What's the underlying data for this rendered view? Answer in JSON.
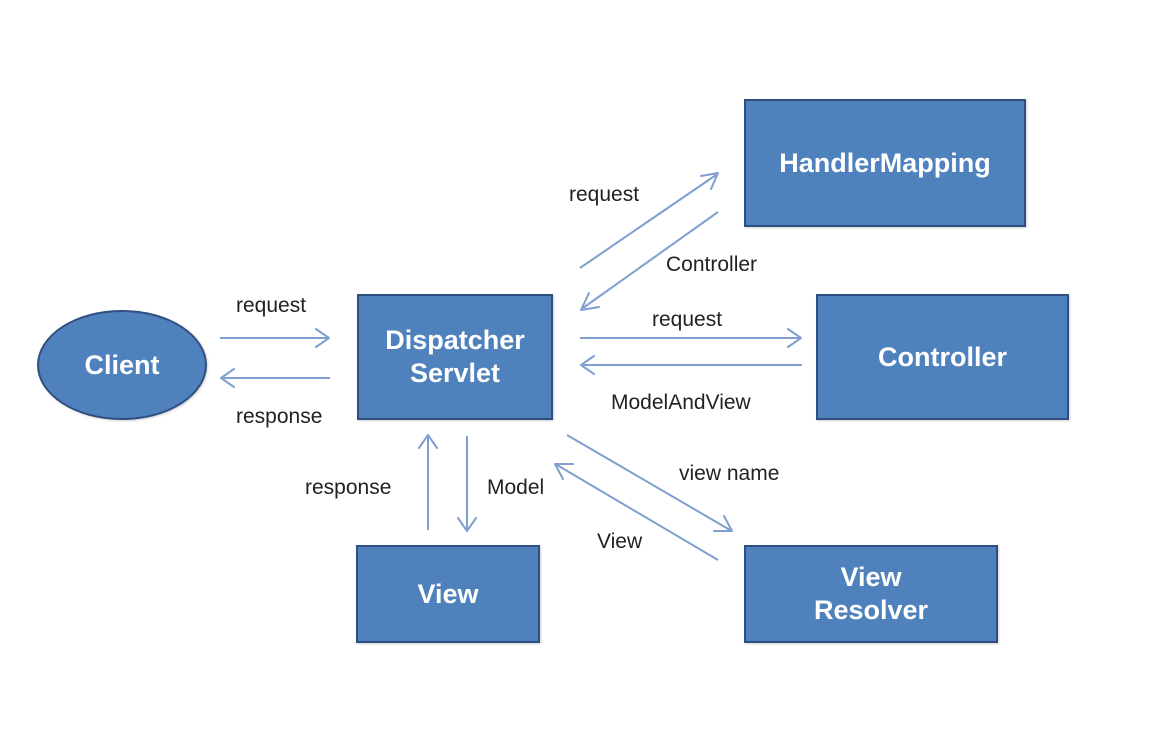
{
  "nodes": {
    "client": "Client",
    "dispatcher": "Dispatcher\nServlet",
    "handler_mapping": "HandlerMapping",
    "controller": "Controller",
    "view": "View",
    "view_resolver": "View\nResolver"
  },
  "edge_labels": {
    "client_request": "request",
    "client_response": "response",
    "hm_request": "request",
    "hm_controller": "Controller",
    "ctrl_request": "request",
    "ctrl_modelandview": "ModelAndView",
    "view_response": "response",
    "view_model": "Model",
    "vr_view_name": "view name",
    "vr_view": "View"
  },
  "colors": {
    "node_fill": "#4f81bd",
    "node_border": "#2f4f80",
    "arrow": "#7f9fcf"
  }
}
